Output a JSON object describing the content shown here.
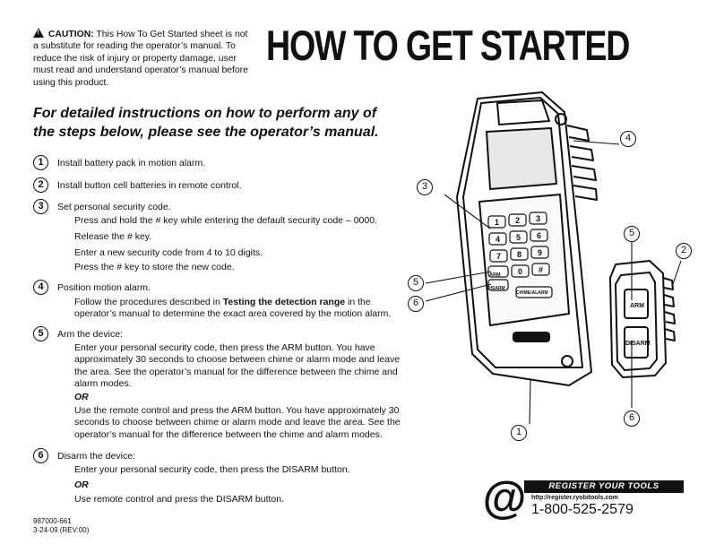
{
  "caution": {
    "label": "CAUTION:",
    "text": " This How To Get Started sheet is not a substitute for reading the operator’s manual. To reduce the risk of injury or property damage, user must read and understand operator’s manual before using this product."
  },
  "title": "HOW TO GET STARTED",
  "subhead": "For detailed instructions on how to perform any of the steps below, please see the operator’s manual.",
  "steps": [
    {
      "num": "1",
      "text": "Install battery pack in motion alarm."
    },
    {
      "num": "2",
      "text": "Install button cell batteries in remote control."
    },
    {
      "num": "3",
      "text": "Set personal security code.",
      "sub": [
        "Press and hold the # key while entering the default security code – 0000.",
        "Release the # key.",
        "Enter a new security code from 4 to 10 digits.",
        "Press the # key to store the new code."
      ]
    },
    {
      "num": "4",
      "text": "Position motion alarm.",
      "sub_pre": "Follow the procedures described in ",
      "sub_bold": "Testing the detection range",
      "sub_post": " in the operator’s manual to determine the exact area covered by the motion alarm."
    },
    {
      "num": "5",
      "text": "Arm the device:",
      "p1": "Enter your personal security code, then press the ARM button. You have approximately 30 seconds to choose between chime or alarm mode and leave the area. See the operator’s manual for the difference between the chime and alarm modes.",
      "or": "OR",
      "p2": "Use the remote control and press the ARM button. You have approximately 30 seconds to choose between chime or alarm mode and leave the area. See the operator’s manual for the difference between the chime and alarm modes."
    },
    {
      "num": "6",
      "text": "Disarm the device:",
      "p1": "Enter your personal security code, then press the DISARM button.",
      "or": "OR",
      "p2": "Use remote control and press the DISARM button."
    }
  ],
  "footer": {
    "part": "987000-661",
    "date": "3-24-09 (REV:00)"
  },
  "register": {
    "at": "@",
    "label": "REGISTER YOUR TOOLS",
    "url": "http://register.ryobitools.com",
    "phone": "1-800-525-2579"
  },
  "device": {
    "keys": [
      "1",
      "2",
      "3",
      "4",
      "5",
      "6",
      "7",
      "8",
      "9",
      "0",
      "#"
    ],
    "arm": "ARM",
    "disarm": "DISARM",
    "chime": "CHIME/ALARM",
    "remote_arm": "ARM",
    "remote_disarm": "DISARM"
  },
  "callouts": [
    "1",
    "2",
    "3",
    "4",
    "5",
    "6",
    "5",
    "6"
  ]
}
